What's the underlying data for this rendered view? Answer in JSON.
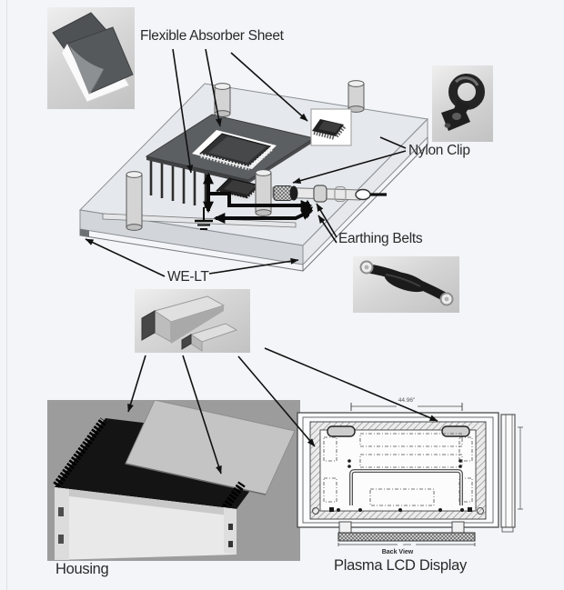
{
  "labels": {
    "flexible_absorber_sheet": "Flexible Absorber Sheet",
    "nylon_clip": "Nylon Clip",
    "earthing_belts": "Earthing Belts",
    "we_lt": "WE-LT",
    "housing": "Housing",
    "plasma_lcd_display": "Plasma LCD Display",
    "back_view": "Back View",
    "display_width": "44.96\""
  },
  "figures": {
    "absorber_sheet_photo": "flexible-absorber-sheet-photo",
    "nylon_clip_photo": "nylon-clip-photo",
    "earthing_belt_photo": "earthing-belt-photo",
    "we_lt_gasket_photo": "we-lt-gasket-photo",
    "housing_photo": "rack-housing-photo",
    "plasma_display_drawing": "plasma-lcd-back-view-drawing",
    "assembly_diagram": "shielded-pcb-assembly-diagram",
    "ground_symbol": "earth-ground-symbol"
  },
  "colors": {
    "page_background": "#f3f5f8",
    "label_text": "#2a2a2a",
    "arrow": "#111111",
    "line_art": "#4a4a4a",
    "photo_background": "#cccccc",
    "housing_background": "#9c9c9c",
    "pcb_dark": "#5c5f62"
  }
}
